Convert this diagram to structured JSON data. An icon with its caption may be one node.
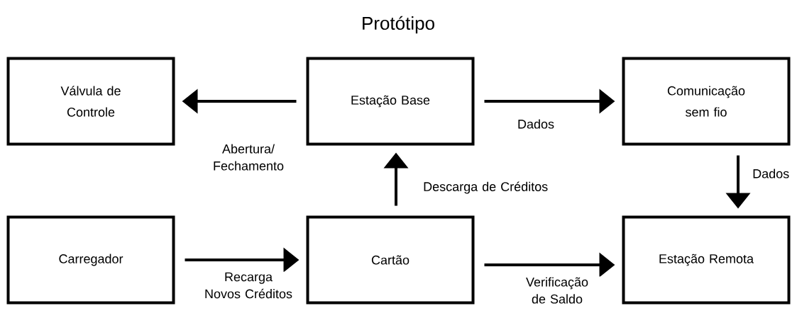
{
  "diagram": {
    "title": "Protótipo",
    "nodes": [
      {
        "text": [
          "Válvula de Controle"
        ]
      },
      {
        "text": [
          "Estação Base"
        ]
      },
      {
        "text": [
          "Comunicação sem fio"
        ]
      },
      {
        "text": [
          "Carregador"
        ]
      },
      {
        "text": [
          "Cartão"
        ]
      },
      {
        "text": [
          "Estação Remota"
        ]
      }
    ],
    "edges": [
      {
        "from": 1,
        "to": 0,
        "arrow": "to",
        "label": "Abertura/ Fechamento"
      },
      {
        "from": 1,
        "to": 2,
        "arrow": "to",
        "label": "Dados"
      },
      {
        "from": 2,
        "to": 5,
        "arrow": "to",
        "label": "Dados"
      },
      {
        "from": 4,
        "to": 1,
        "arrow": "to",
        "label": "Descarga de Créditos"
      },
      {
        "from": 3,
        "to": 4,
        "arrow": "to",
        "label": "Recarga Novos Créditos"
      },
      {
        "from": 4,
        "to": 5,
        "arrow": "to",
        "label": "Verificação de Saldo"
      }
    ]
  }
}
